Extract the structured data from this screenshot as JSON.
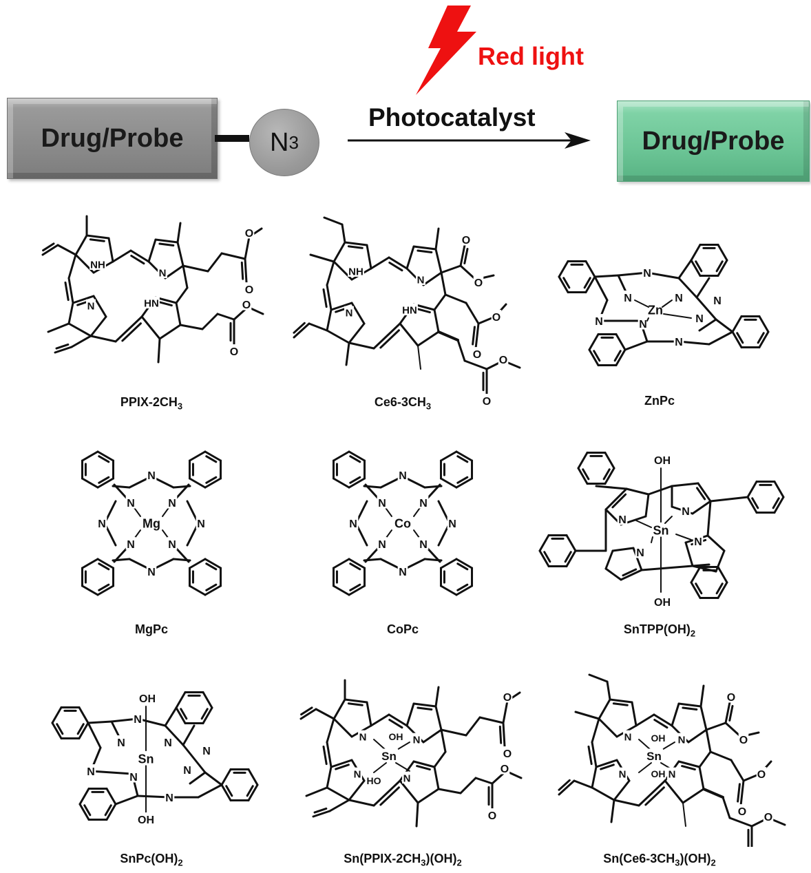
{
  "scheme": {
    "source_label": "Drug/Probe",
    "group_label": "N",
    "group_subscript": "3",
    "catalyst_label": "Photocatalyst",
    "light_label": "Red light",
    "product_label": "Drug/Probe"
  },
  "colors": {
    "source_box": "#8c8c8c",
    "product_box": "#6cc596",
    "light": "#ee1111",
    "ink": "#111111"
  },
  "molecules": [
    {
      "name": "PPIX-2CH",
      "sub": "3",
      "tail": ""
    },
    {
      "name": "Ce6-3CH",
      "sub": "3",
      "tail": ""
    },
    {
      "name": "ZnPc",
      "sub": "",
      "tail": ""
    },
    {
      "name": "MgPc",
      "sub": "",
      "tail": ""
    },
    {
      "name": "CoPc",
      "sub": "",
      "tail": ""
    },
    {
      "name": "SnTPP(OH)",
      "sub": "2",
      "tail": ""
    },
    {
      "name": "SnPc(OH)",
      "sub": "2",
      "tail": ""
    },
    {
      "name": "Sn(PPIX-2CH",
      "sub": "3",
      "tail": ")(OH)",
      "sub2": "2"
    },
    {
      "name": "Sn(Ce6-3CH",
      "sub": "3",
      "tail": ")(OH)",
      "sub2": "2"
    }
  ],
  "atoms": {
    "nh": "NH",
    "hn": "HN",
    "n": "N",
    "o": "O",
    "oh": "OH",
    "ho": "HO",
    "zn": "Zn",
    "mg": "Mg",
    "co": "Co",
    "sn": "Sn"
  }
}
